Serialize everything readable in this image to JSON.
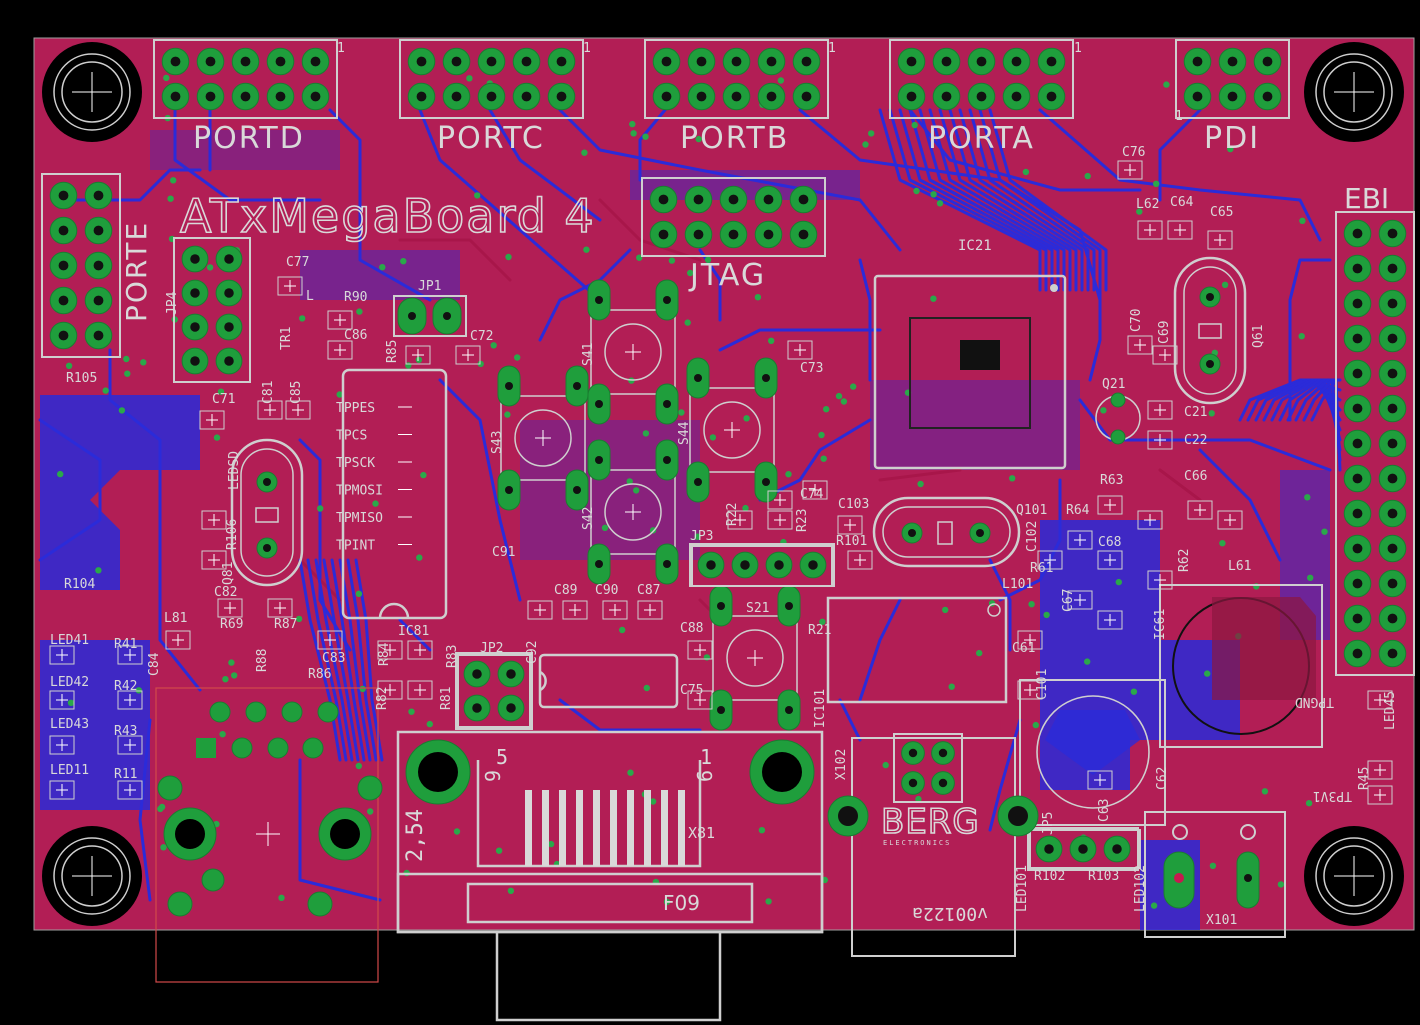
{
  "board": {
    "title": "ATxMegaBoard 4",
    "colors": {
      "background": "#000000",
      "copper_top": "#b21e55",
      "copper_bottom": "#2b2bd9",
      "pads": "#1f9e3c",
      "silkscreen": "#d9d9d9",
      "dimension": "#a0a0a0"
    }
  },
  "headers": {
    "portd": {
      "label": "PORTD",
      "pin1": "1"
    },
    "portc": {
      "label": "PORTC",
      "pin1": "1"
    },
    "portb": {
      "label": "PORTB",
      "pin1": "1"
    },
    "porta": {
      "label": "PORTA",
      "pin1": "1"
    },
    "pdi": {
      "label": "PDI",
      "pin1": "1"
    },
    "porte": {
      "label": "PORTE"
    },
    "jtag": {
      "label": "JTAG"
    },
    "ebi": {
      "label": "EBI"
    }
  },
  "tp_labels": [
    "TPPES",
    "TPCS",
    "TPSCK",
    "TPMOSI",
    "TPMISO",
    "TPINT"
  ],
  "components": {
    "capacitors": [
      "C77",
      "C86",
      "C72",
      "C71",
      "C81",
      "C85",
      "C91",
      "C89",
      "C90",
      "C87",
      "C82",
      "C83",
      "C84",
      "C88",
      "C75",
      "C74",
      "C73",
      "C103",
      "C102",
      "C76",
      "C64",
      "C65",
      "C70",
      "C69",
      "C21",
      "C22",
      "C66",
      "C68",
      "C67",
      "C61",
      "C62",
      "C63",
      "C92"
    ],
    "resistors": [
      "R90",
      "R85",
      "R105",
      "R104",
      "R69",
      "R88",
      "R87",
      "R86",
      "R84",
      "R82",
      "R81",
      "R83",
      "R41",
      "R42",
      "R43",
      "R11",
      "R22",
      "R23",
      "R21",
      "R101",
      "R63",
      "R64",
      "R61",
      "R62",
      "R102",
      "R103",
      "R45"
    ],
    "ics": [
      "IC21",
      "IC81",
      "IC101",
      "IC61"
    ],
    "switches": [
      "S41",
      "S43",
      "S44",
      "S42",
      "S21"
    ],
    "jumpers": [
      "JP1",
      "JP4",
      "JP3",
      "JP2",
      "JP5"
    ],
    "leds": [
      "LED41",
      "LED42",
      "LED43",
      "LED11",
      "LEDSD",
      "LED101",
      "LED102",
      "LED45"
    ],
    "crystals": [
      "Q81",
      "Q61",
      "Q101",
      "Q21"
    ],
    "inductors": [
      "L81",
      "L61",
      "L62",
      "L101"
    ],
    "other": [
      "TR1",
      "L",
      "X81",
      "X102",
      "X101",
      "F09",
      "TPGND",
      "TP3V1"
    ]
  },
  "connector_labels": {
    "db9_pin5": "5",
    "db9_pin1": "1",
    "db9_pin9": "9",
    "db9_pin6": "6",
    "pitch": "2,54",
    "berg_text": "BERG",
    "berg_sub": "ELECTRONICS",
    "berg_part": "v00122a",
    "tpgnd": "TPGND",
    "tp3v1": "TP3V1"
  }
}
